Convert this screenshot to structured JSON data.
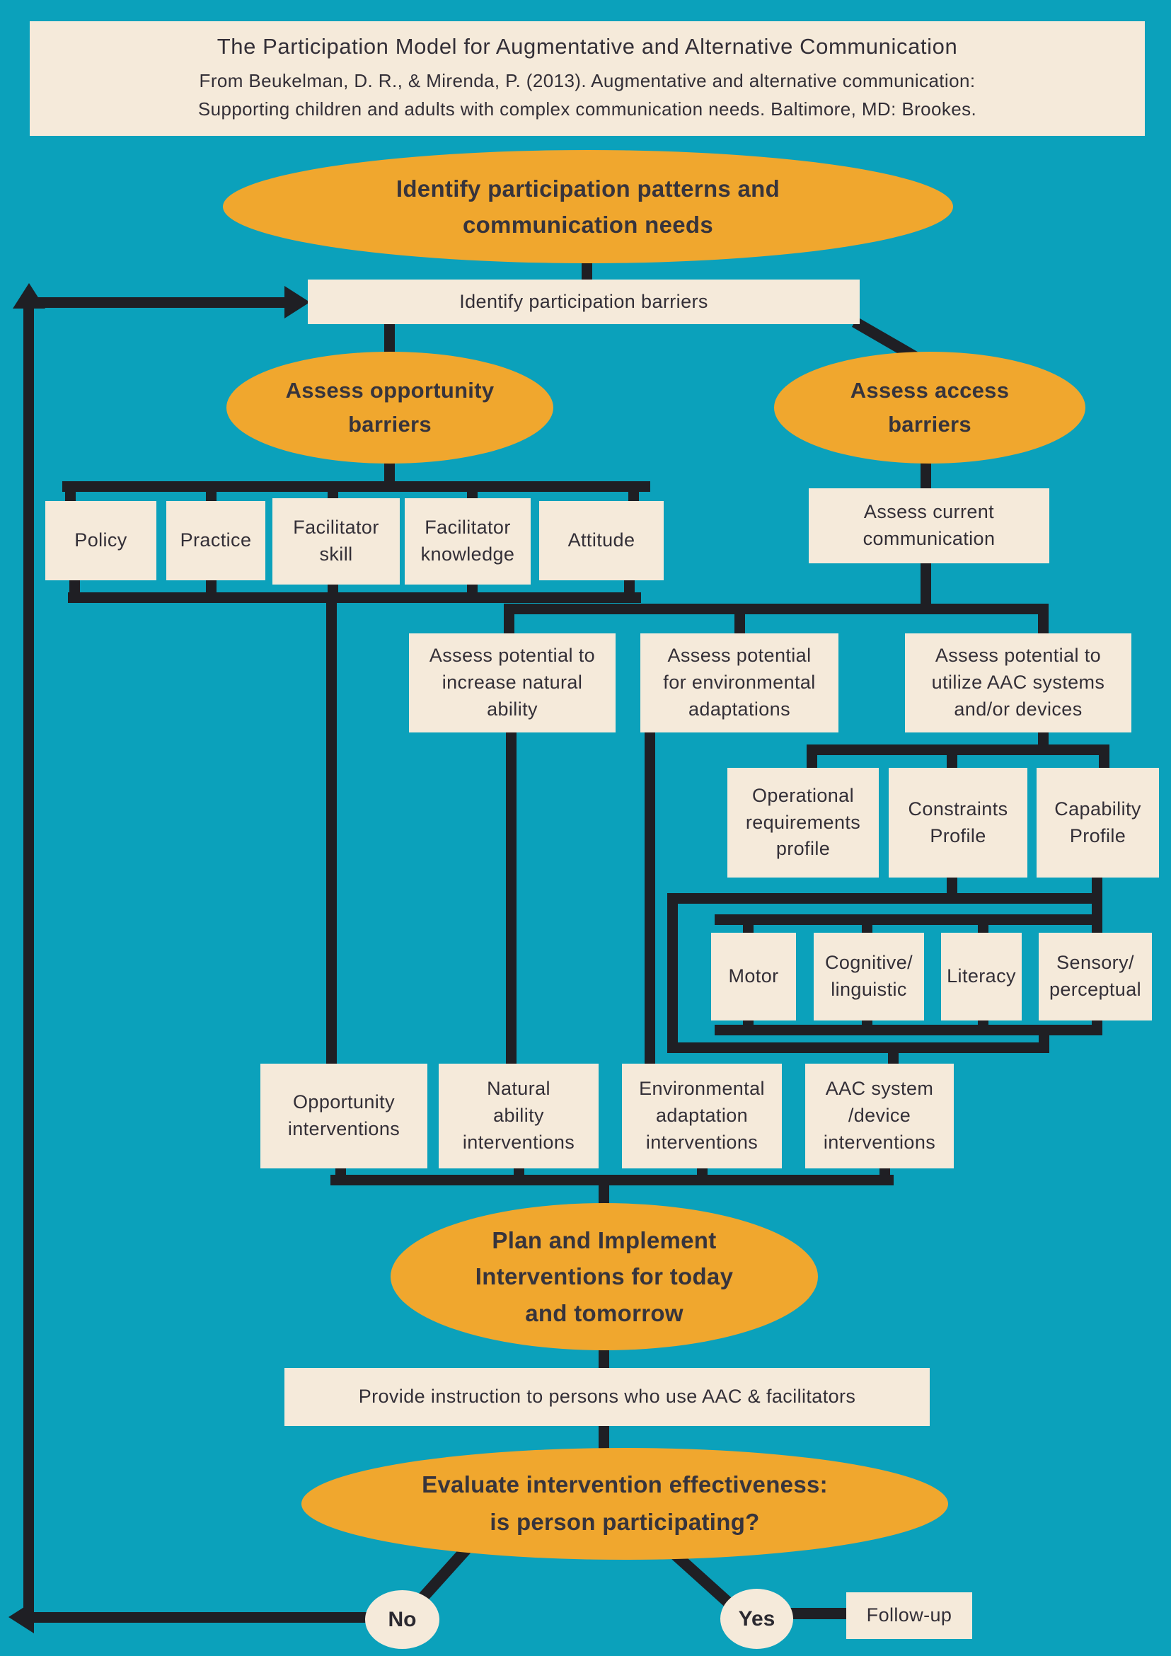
{
  "colors": {
    "background": "#0BA1BB",
    "accent_orange": "#F0A72E",
    "box_beige": "#F5EADA",
    "line_dark": "#1F1F24"
  },
  "title": {
    "heading": "The Participation Model for Augmentative and Alternative Communication",
    "citation_line1": "From Beukelman, D. R., & Mirenda, P. (2013). Augmentative and alternative communication:",
    "citation_line2": "Supporting children and adults with complex communication needs. Baltimore, MD: Brookes."
  },
  "nodes": {
    "identify_patterns": [
      "Identify participation patterns and",
      "communication needs"
    ],
    "identify_barriers": [
      "Identify participation barriers"
    ],
    "assess_opportunity": [
      "Assess opportunity",
      "barriers"
    ],
    "assess_access": [
      "Assess access",
      "barriers"
    ],
    "policy": [
      "Policy"
    ],
    "practice": [
      "Practice"
    ],
    "facilitator_skill": [
      "Facilitator",
      "skill"
    ],
    "facilitator_knowledge": [
      "Facilitator",
      "knowledge"
    ],
    "attitude": [
      "Attitude"
    ],
    "assess_current": [
      "Assess current",
      "communication"
    ],
    "assess_natural": [
      "Assess potential to",
      "increase natural",
      "ability"
    ],
    "assess_environmental": [
      "Assess potential",
      "for environmental",
      "adaptations"
    ],
    "assess_aac": [
      "Assess potential to",
      "utilize AAC systems",
      "and/or devices"
    ],
    "operational": [
      "Operational",
      "requirements",
      "profile"
    ],
    "constraints": [
      "Constraints",
      "Profile"
    ],
    "capability": [
      "Capability",
      "Profile"
    ],
    "motor": [
      "Motor"
    ],
    "cognitive": [
      "Cognitive/",
      "linguistic"
    ],
    "literacy": [
      "Literacy"
    ],
    "sensory": [
      "Sensory/",
      "perceptual"
    ],
    "opportunity_interventions": [
      "Opportunity",
      "interventions"
    ],
    "natural_interventions": [
      "Natural",
      "ability",
      "interventions"
    ],
    "environmental_interventions": [
      "Environmental",
      "adaptation",
      "interventions"
    ],
    "aac_interventions": [
      "AAC system",
      "/device",
      "interventions"
    ],
    "plan_implement": [
      "Plan and Implement",
      "Interventions for today",
      "and tomorrow"
    ],
    "provide_instruction": [
      "Provide instruction to persons who use AAC & facilitators"
    ],
    "evaluate": [
      "Evaluate intervention effectiveness:",
      "is person participating?"
    ],
    "no": [
      "No"
    ],
    "yes": [
      "Yes"
    ],
    "follow_up": [
      "Follow-up"
    ]
  }
}
